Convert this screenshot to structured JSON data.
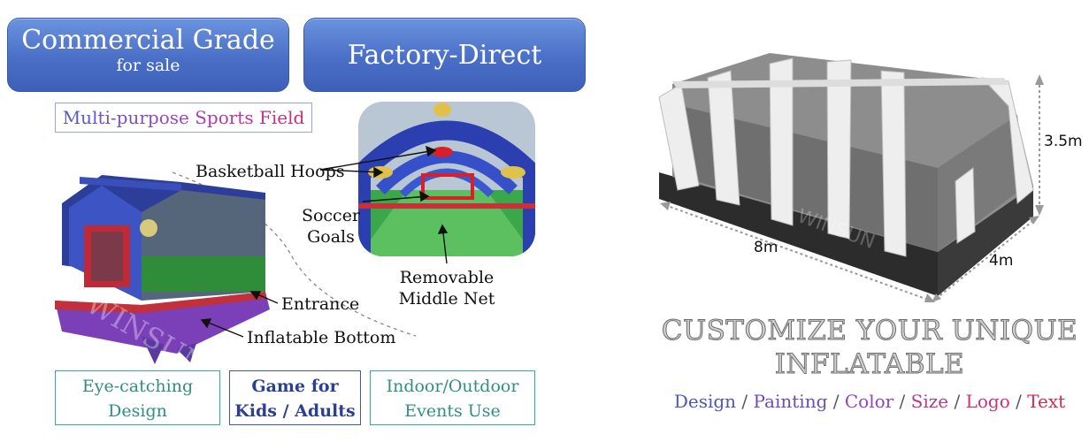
{
  "badges": {
    "commercial_title": "Commercial Grade",
    "commercial_sub": "for sale",
    "factory": "Factory-Direct"
  },
  "subtitle": "Multi-purpose Sports Field",
  "labels": {
    "basketball": "Basketball Hoops",
    "soccer_1": "Soccer",
    "soccer_2": "Goals",
    "net_1": "Removable",
    "net_2": "Middle Net",
    "entrance": "Entrance",
    "bottom": "Inflatable Bottom"
  },
  "features": [
    {
      "line1": "Eye-catching",
      "line2": "Design"
    },
    {
      "line1": "Game for",
      "line2": "Kids / Adults"
    },
    {
      "line1": "Indoor/Outdoor",
      "line2": "Events Use"
    }
  ],
  "dimensions": {
    "height": "3.5m",
    "length": "8m",
    "width": "4m"
  },
  "customize": {
    "line1": "CUSTOMIZE YOUR UNIQUE",
    "line2": "INFLATABLE",
    "options": [
      {
        "text": "Design",
        "color": "#4b57b8"
      },
      {
        "text": " / ",
        "color": "#555555"
      },
      {
        "text": "Painting",
        "color": "#6a4cb8"
      },
      {
        "text": " / ",
        "color": "#555555"
      },
      {
        "text": "Color",
        "color": "#9046b8"
      },
      {
        "text": " / ",
        "color": "#555555"
      },
      {
        "text": "Size",
        "color": "#b23a9a"
      },
      {
        "text": " / ",
        "color": "#555555"
      },
      {
        "text": "Logo",
        "color": "#c9327a"
      },
      {
        "text": " / ",
        "color": "#555555"
      },
      {
        "text": "Text",
        "color": "#d6294f"
      }
    ]
  },
  "watermark": "WINSUN",
  "colors": {
    "badge": "#4a6fc7",
    "teal": "#3aa99a",
    "navy": "#3b57b8"
  }
}
